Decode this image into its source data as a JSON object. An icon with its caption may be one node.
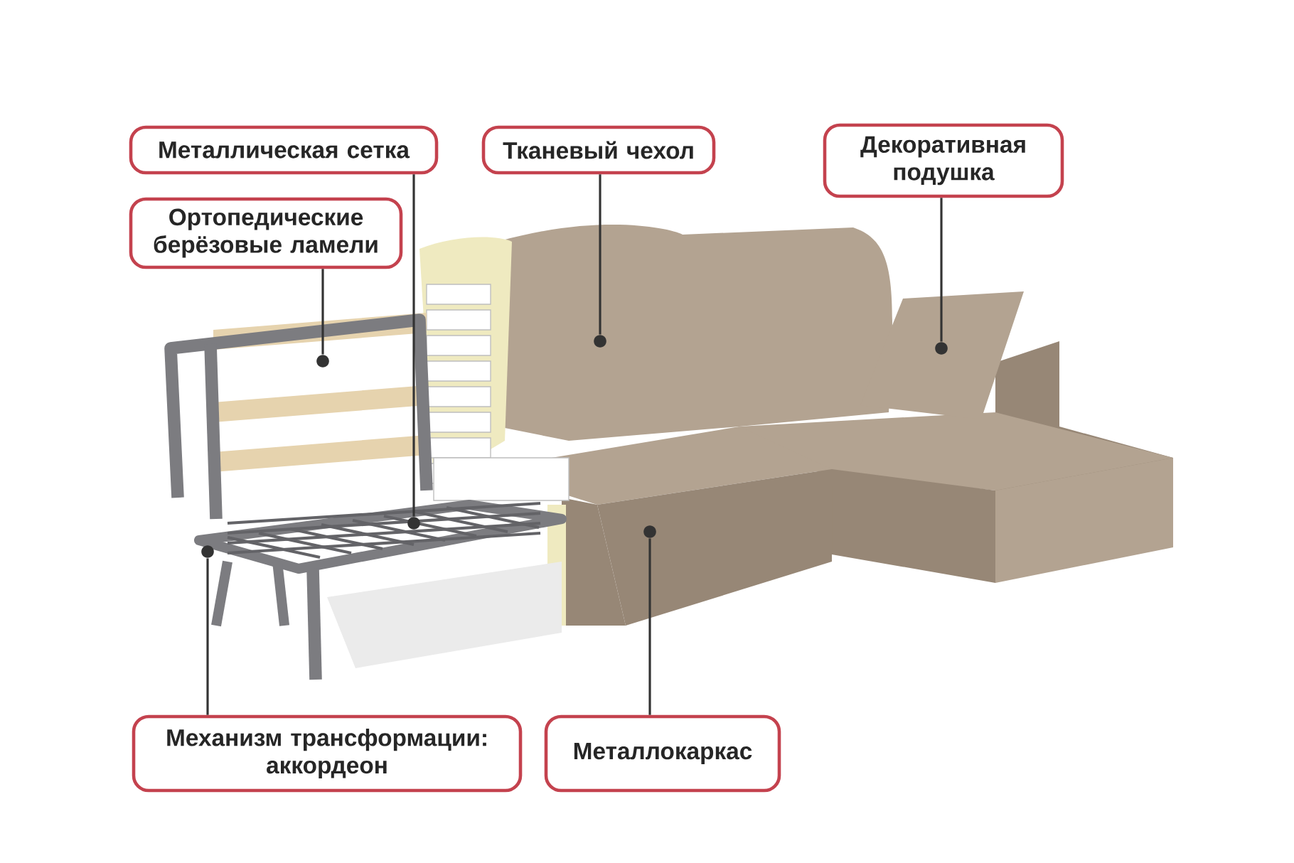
{
  "diagram": {
    "nodes": [
      {
        "text": [
          "Металлическая сетка"
        ]
      },
      {
        "text": [
          "Тканевый чехол"
        ]
      },
      {
        "text": [
          "Декоративная подушка"
        ]
      },
      {
        "text": [
          "Ортопедические берёзовые ламели"
        ]
      },
      {
        "text": [
          "Механизм трансформации: аккордеон"
        ]
      },
      {
        "text": [
          "Металлокаркас"
        ]
      },
      {
        "text": [],
        "shape": "circle"
      },
      {
        "text": [],
        "shape": "circle"
      },
      {
        "text": [],
        "shape": "circle"
      },
      {
        "text": [],
        "shape": "circle"
      },
      {
        "text": [],
        "shape": "circle"
      },
      {
        "text": [],
        "shape": "circle"
      }
    ],
    "edges": [
      {
        "from": 0,
        "to": 8,
        "arrow": "none"
      },
      {
        "from": 1,
        "to": 9,
        "arrow": "none"
      },
      {
        "from": 2,
        "to": 11,
        "arrow": "none"
      },
      {
        "from": 3,
        "to": 7,
        "arrow": "none"
      },
      {
        "from": 4,
        "to": 6,
        "arrow": "none"
      },
      {
        "from": 5,
        "to": 10,
        "arrow": "none"
      }
    ]
  }
}
